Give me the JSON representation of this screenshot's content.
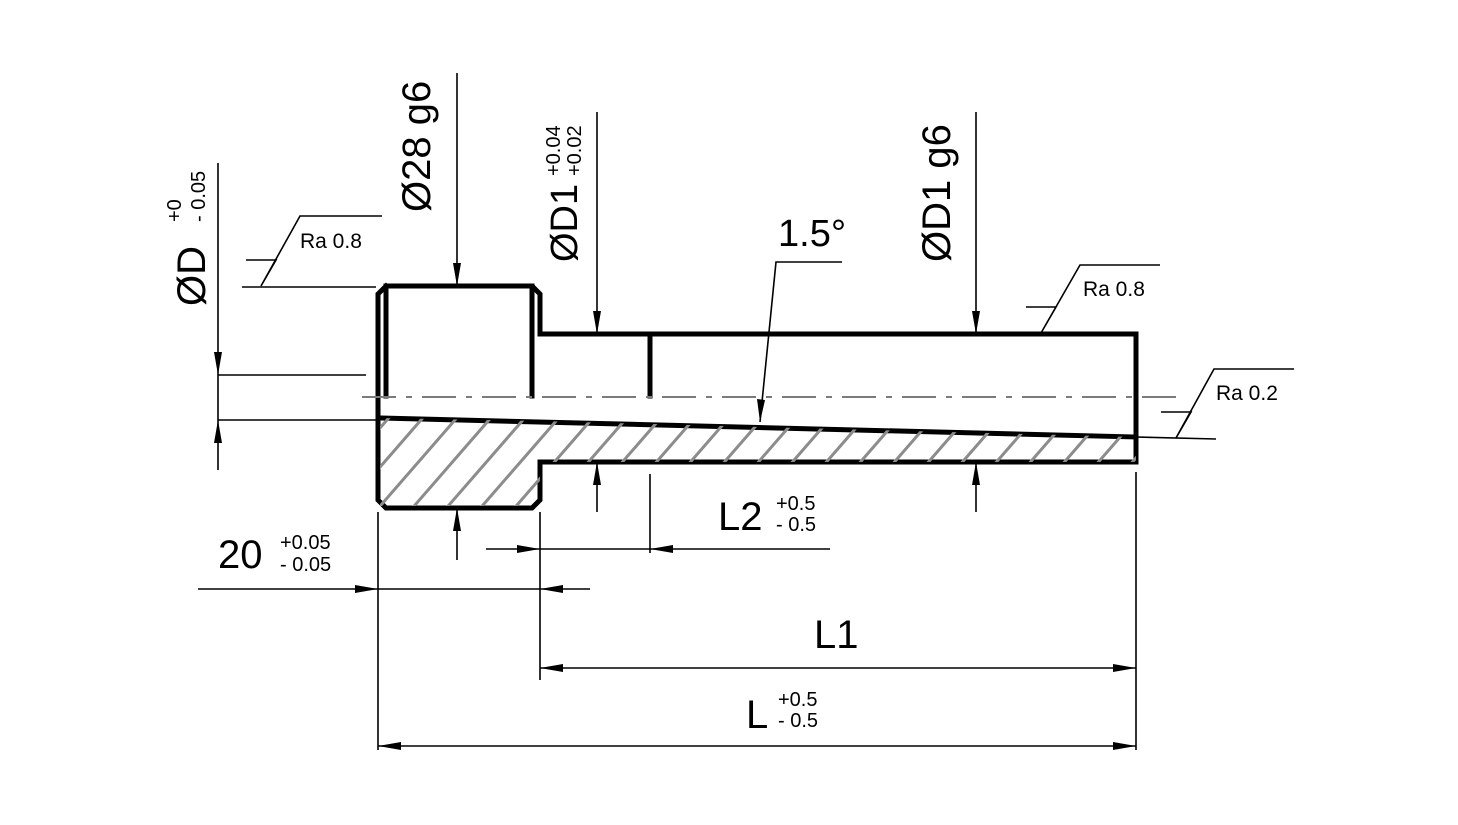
{
  "labels": {
    "od_main": "ØD",
    "od_main_upper": "+0",
    "od_main_lower": "- 0.05",
    "od_28": "Ø28 g6",
    "od_d1": "ØD1",
    "od_d1_upper": "+0.04",
    "od_d1_lower": "+0.02",
    "od_d1_g6": "ØD1 g6",
    "angle": "1.5°",
    "len_20": "20",
    "len_20_upper": "+0.05",
    "len_20_lower": "- 0.05",
    "len_l2": "L2",
    "len_l2_upper": "+0.5",
    "len_l2_lower": "- 0.5",
    "len_l1": "L1",
    "len_l": "L",
    "len_l_upper": "+0.5",
    "len_l_lower": "- 0.5"
  },
  "roughness": {
    "head": "Ra 0.8",
    "shaft": "Ra 0.8",
    "bore": "Ra 0.2"
  },
  "colors": {
    "line": "#000000",
    "hatch": "#8c8c8c",
    "centerline": "#7a7a7a"
  }
}
